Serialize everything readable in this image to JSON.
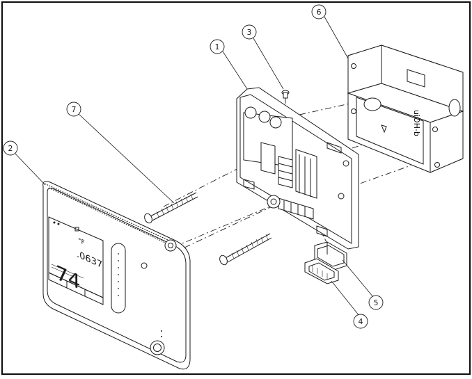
{
  "drawing": {
    "border_color": "#111111",
    "callouts": [
      {
        "id": "1",
        "part": "backplate"
      },
      {
        "id": "2",
        "part": "thermostat-front-cover"
      },
      {
        "id": "3",
        "part": "small-screw"
      },
      {
        "id": "4",
        "part": "connector-clip"
      },
      {
        "id": "5",
        "part": "connector-housing"
      },
      {
        "id": "6",
        "part": "electrical-box"
      },
      {
        "id": "7",
        "part": "long-mounting-screw"
      }
    ],
    "display": {
      "temperature": "74",
      "unit": "°F",
      "secondary": ".0637"
    },
    "box_marking": "uiOH-b"
  }
}
